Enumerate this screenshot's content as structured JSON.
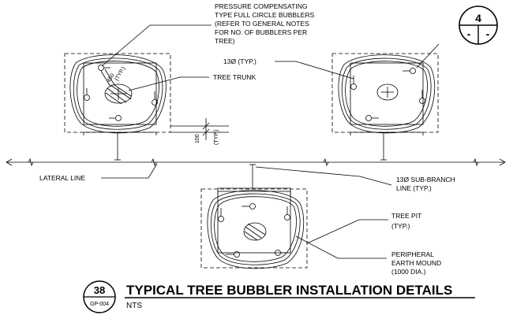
{
  "labels": {
    "bubblers": [
      "PRESSURE COMPENSATING",
      "TYPE FULL CIRCLE BUBBLERS",
      "(REFER TO GENERAL NOTES",
      "FOR NO. OF BUBBLERS PER",
      "TREE)"
    ],
    "pipe_typ": "13Ø (TYP.)",
    "tree_trunk": "TREE TRUNK",
    "lateral_line": "LATERAL LINE",
    "sub_branch": [
      "13Ø SUB-BRANCH",
      "LINE (TYP.)"
    ],
    "tree_pit": [
      "TREE PIT",
      "(TYP.)"
    ],
    "earth_mound": [
      "PERIPHERAL",
      "EARTH MOUND",
      "(1000 DIA.)"
    ]
  },
  "dimensions": {
    "bubbler_spacing": "450",
    "bubbler_spacing_note": "(TYP.)",
    "offset": "100",
    "offset_note": "(TYP.)"
  },
  "sheet_ref": {
    "number": "4",
    "left": "-",
    "right": "-"
  },
  "title_block": {
    "detail_number": "38",
    "sheet_code": "GP-004",
    "title": "TYPICAL TREE BUBBLER INSTALLATION DETAILS",
    "scale": "NTS"
  }
}
